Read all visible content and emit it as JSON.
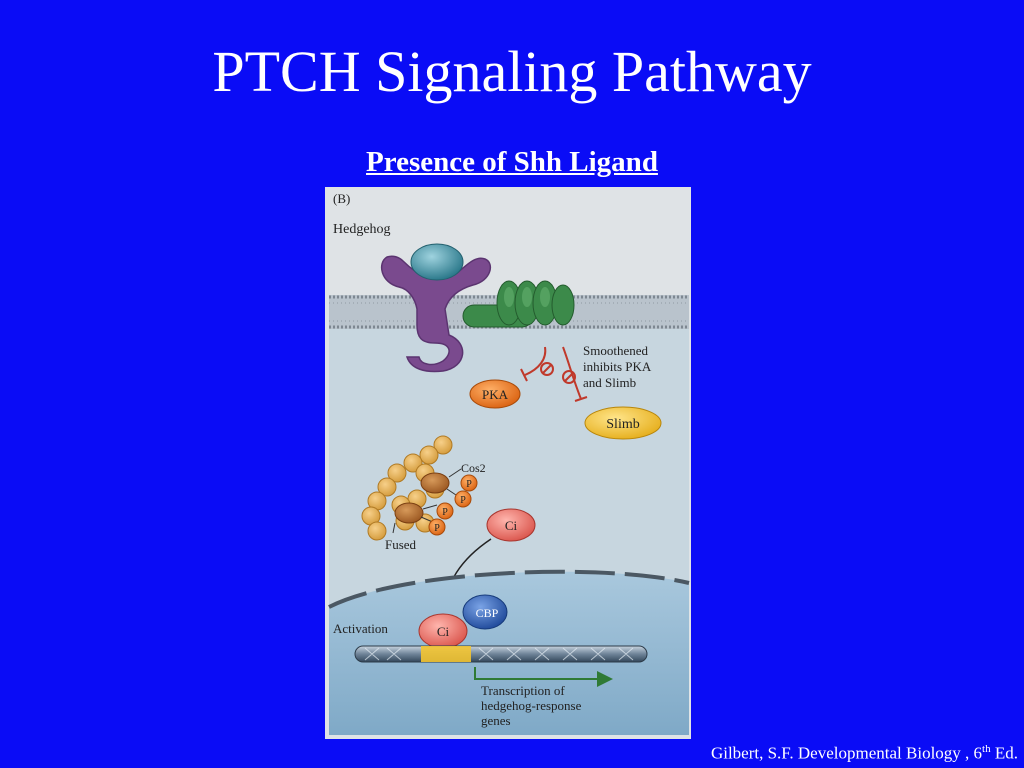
{
  "slide": {
    "title": "PTCH Signaling Pathway",
    "subtitle": "Presence of Shh Ligand"
  },
  "figure": {
    "panel_label": "(B)",
    "hedgehog_label": "Hedgehog",
    "smoothened_note": [
      "Smoothened",
      "inhibits PKA",
      "and Slimb"
    ],
    "pka_label": "PKA",
    "slimb_label": "Slimb",
    "cos2_label": "Cos2",
    "fused_label": "Fused",
    "phospho_label": "P",
    "ci_label": "Ci",
    "cbp_label": "CBP",
    "activation_label": "Activation",
    "transcription_note": [
      "Transcription of",
      "hedgehog-response",
      "genes"
    ]
  },
  "citation": {
    "text": "Gilbert, S.F.  Developmental Biology , 6",
    "superscript": "th",
    "suffix": " Ed."
  },
  "colors": {
    "background": "#0a0cf6",
    "patched": "#7a4a8e",
    "smoothened": "#3c8a4a",
    "hedgehog": "#3f8fa0",
    "pka": "#e8751f",
    "slimb": "#f3c431",
    "ci": "#e8706a",
    "cbp": "#2c5db3"
  }
}
